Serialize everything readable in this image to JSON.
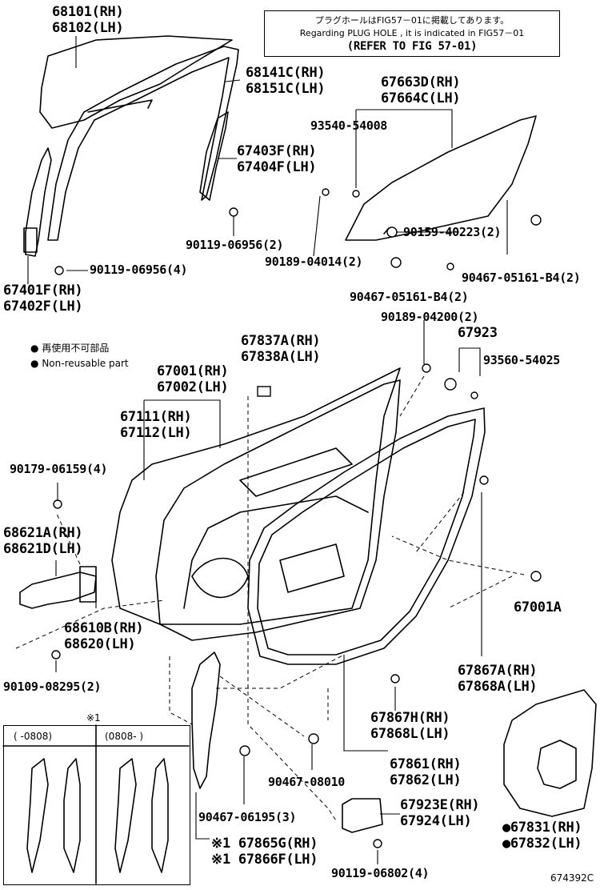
{
  "note": {
    "line1": "プラグホールはFIG57－01に掲載してあります。",
    "line2": "Regarding PLUG HOLE , it is indicated in FIG57－01",
    "line3": "(REFER TO FIG 57-01)"
  },
  "legend": {
    "jp": "再使用不可部品",
    "en": "Non-reusable part"
  },
  "inset": {
    "mark": "※1",
    "col1": "(    -0808)",
    "col2": "(0808-      )"
  },
  "parts": {
    "p68101": "68101(RH)",
    "p68102": "68102(LH)",
    "p68141c": "68141C(RH)",
    "p68151c": "68151C(LH)",
    "p67663d": "67663D(RH)",
    "p67664c": "67664C(LH)",
    "p93540": "93540-54008",
    "p67403f": "67403F(RH)",
    "p67404f": "67404F(LH)",
    "p90119_06956_2": "90119-06956(2)",
    "p90159": "90159-40223(2)",
    "p90189_04014": "90189-04014(2)",
    "p90467_05161_a": "90467-05161-B4(2)",
    "p90119_06956_4": "90119-06956(4)",
    "p67401f": "67401F(RH)",
    "p67402f": "67402F(LH)",
    "p90467_05161_b": "90467-05161-B4(2)",
    "p90189_04200": "90189-04200(2)",
    "p67923": "67923",
    "p93560": "93560-54025",
    "p67837a": "67837A(RH)",
    "p67838a": "67838A(LH)",
    "p67001": "67001(RH)",
    "p67002": "67002(LH)",
    "p67111": "67111(RH)",
    "p67112": "67112(LH)",
    "p90179": "90179-06159(4)",
    "p68621a": "68621A(RH)",
    "p68621d": "68621D(LH)",
    "p67001a": "67001A",
    "p68610b": "68610B(RH)",
    "p68620": "68620(LH)",
    "p90109": "90109-08295(2)",
    "p67867a": "67867A(RH)",
    "p67868a": "67868A(LH)",
    "p67867h": "67867H(RH)",
    "p67868l": "67868L(LH)",
    "p67861": "67861(RH)",
    "p67862": "67862(LH)",
    "p90467_08010": "90467-08010",
    "p67923e": "67923E(RH)",
    "p67924": "67924(LH)",
    "p90467_06195": "90467-06195(3)",
    "p67831": "●67831(RH)",
    "p67832": "●67832(LH)",
    "p67865g": "※1 67865G(RH)",
    "p67866f": "※1 67866F(LH)",
    "p90119_06802": "90119-06802(4)"
  },
  "figure_id": "674392C"
}
